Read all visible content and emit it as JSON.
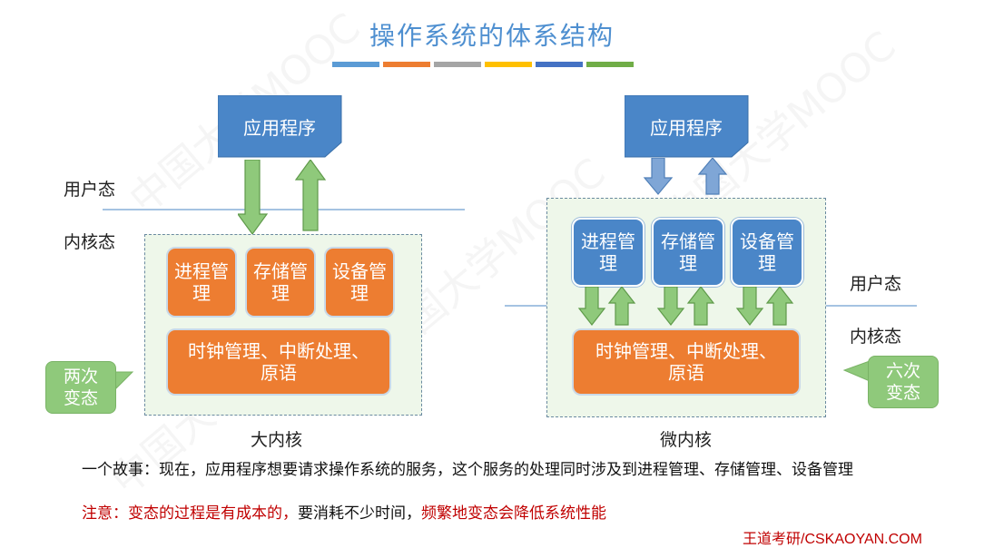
{
  "title": "操作系统的体系结构",
  "bar_colors": [
    "#5b9bd5",
    "#ed7d31",
    "#a5a5a5",
    "#ffc000",
    "#4472c4",
    "#70ad47"
  ],
  "watermark": "中国大学MOOC",
  "left": {
    "app": "应用程序",
    "user_mode": "用户态",
    "kernel_mode": "内核态",
    "modules": [
      "进程管理",
      "存储管理",
      "设备管理"
    ],
    "core": "时钟管理、中断处理、原语",
    "callout": "两次变态",
    "caption": "大内核"
  },
  "right": {
    "app": "应用程序",
    "user_mode": "用户态",
    "kernel_mode": "内核态",
    "modules": [
      "进程管理",
      "存储管理",
      "设备管理"
    ],
    "core": "时钟管理、中断处理、原语",
    "callout": "六次变态",
    "caption": "微内核"
  },
  "story": "一个故事：现在，应用程序想要请求操作系统的服务，这个服务的处理同时涉及到进程管理、存储管理、设备管理",
  "note": {
    "prefix": "注意：变态的过程是有成本的，",
    "middle": "要消耗不少时间，",
    "suffix": "频繁地变态会降低系统性能"
  },
  "footer": "王道考研/CSKAOYAN.COM"
}
